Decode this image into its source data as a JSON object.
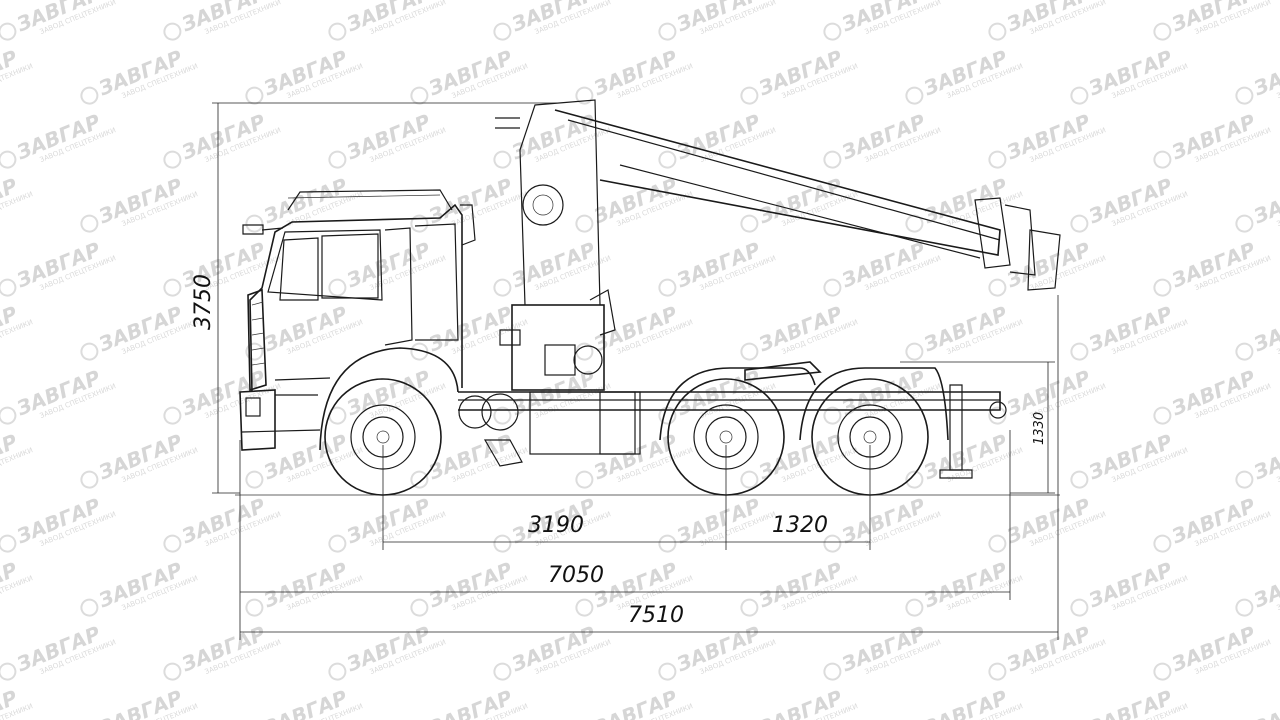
{
  "watermark": {
    "brand": "ЗАВГАР",
    "tagline": "ЗАВОД СПЕЦТЕХНИКИ"
  },
  "dimensions": {
    "height_overall": "3750",
    "fifth_wheel_height": "1330",
    "wheelbase_front": "3190",
    "bogie_spacing": "1320",
    "frame_length": "7050",
    "overall_length": "7510"
  }
}
